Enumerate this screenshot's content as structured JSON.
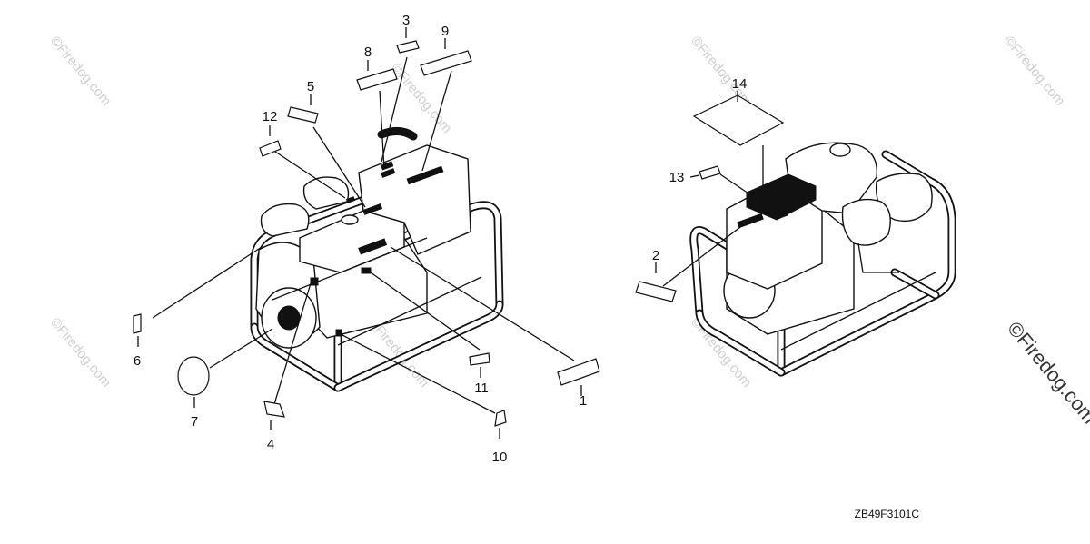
{
  "diagram": {
    "code": "ZB49F3101C",
    "watermark": "©Firedog.com",
    "callouts": {
      "c1": "1",
      "c2": "2",
      "c3": "3",
      "c4": "4",
      "c5": "5",
      "c6": "6",
      "c7": "7",
      "c8": "8",
      "c9": "9",
      "c10": "10",
      "c11": "11",
      "c12": "12",
      "c13": "13",
      "c14": "14"
    }
  }
}
